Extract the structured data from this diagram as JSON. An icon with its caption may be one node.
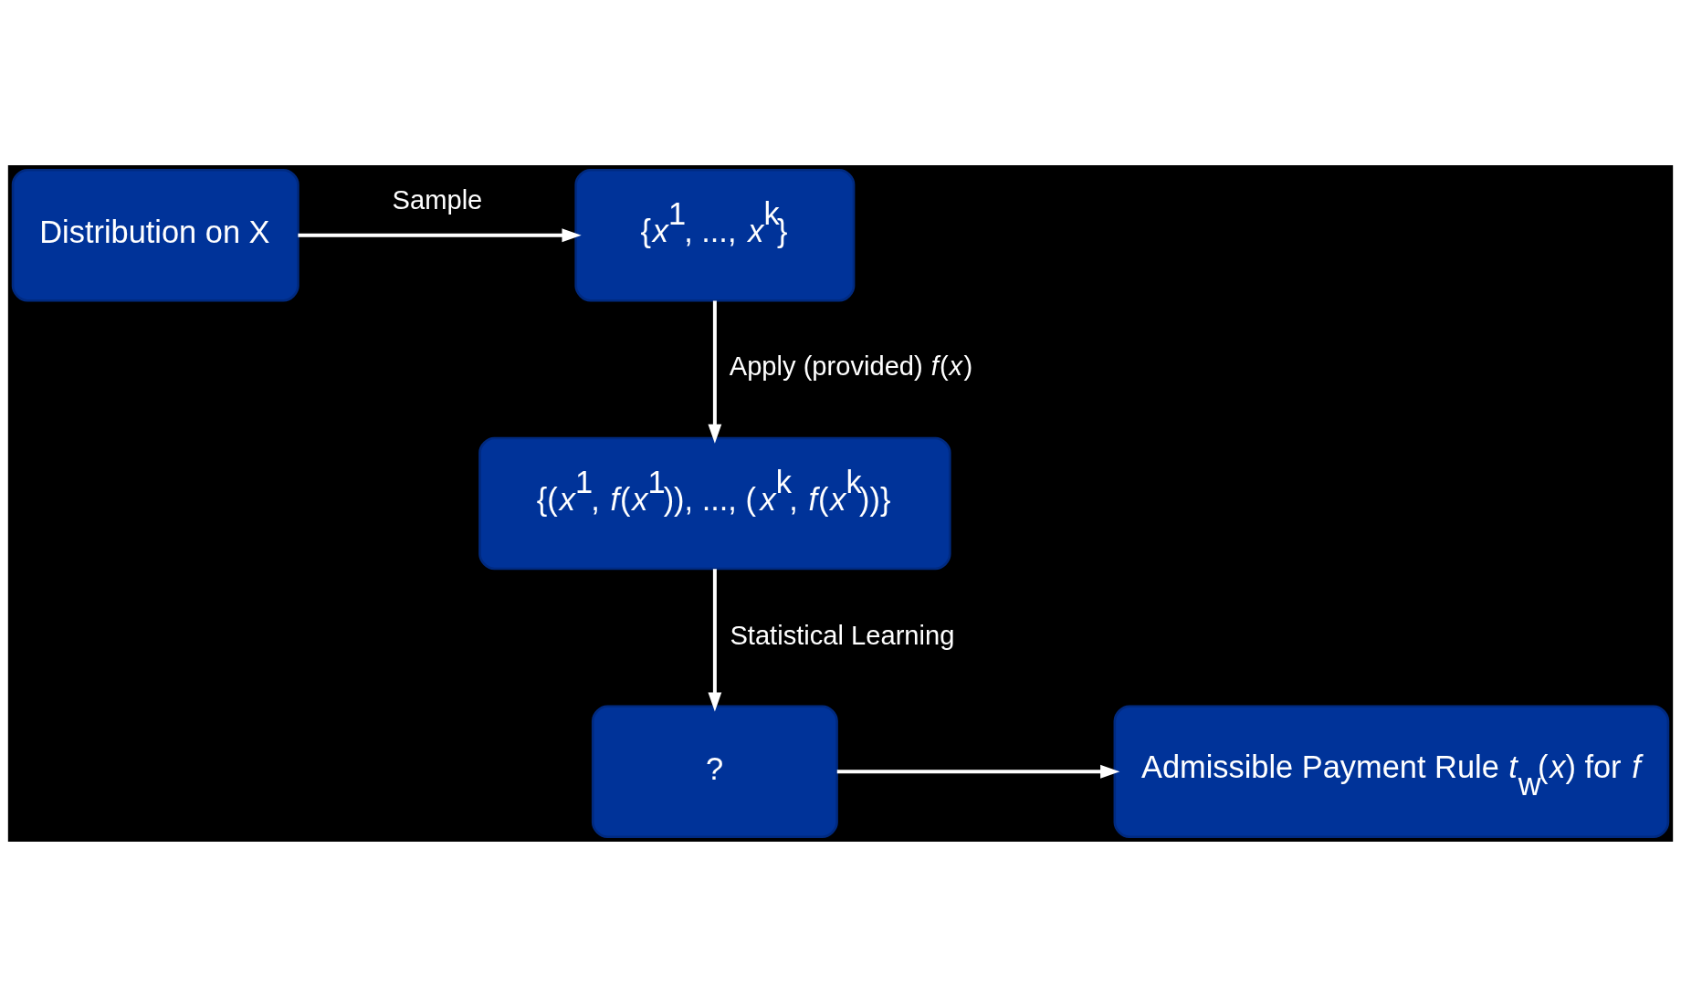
{
  "diagram": {
    "nodes": [
      {
        "text": [
          "Distribution on X"
        ]
      },
      {
        "text": [
          "{*x*$^{1}$, ..., *x*$^{k}$}"
        ]
      },
      {
        "text": [
          "{(*x*$^{1}$, *f*(*x*$^{1}$)), ..., (*x*$^{k}$, *f*(*x*$^{k}$))}"
        ]
      },
      {
        "text": [
          "?"
        ]
      },
      {
        "text": [
          "Admissible Payment Rule *t*$_{w}$(*x*) for *f*"
        ]
      }
    ],
    "edges": [
      {
        "from": 0,
        "to": 1,
        "arrow": "to",
        "label": "Sample"
      },
      {
        "from": 1,
        "to": 2,
        "arrow": "to",
        "label": "Apply (provided) *f*(*x*)"
      },
      {
        "from": 2,
        "to": 3,
        "arrow": "to",
        "label": "Statistical Learning"
      },
      {
        "from": 3,
        "to": 4,
        "arrow": "to"
      }
    ]
  }
}
